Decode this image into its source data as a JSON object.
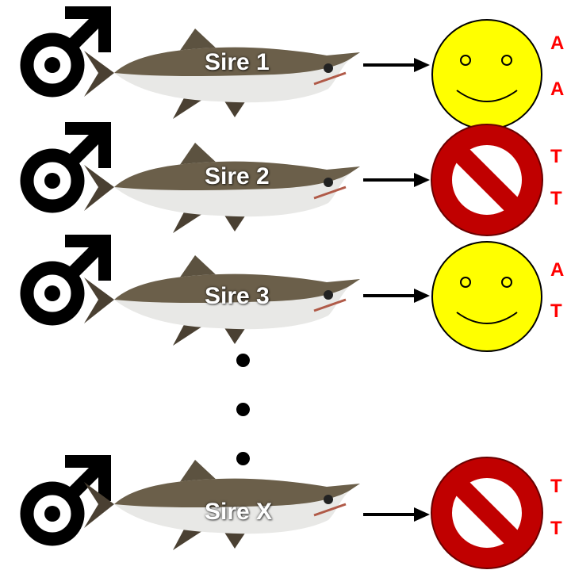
{
  "rows": [
    {
      "sire_label": "Sire 1",
      "outcome": "smiley",
      "alleles": [
        "A",
        "A"
      ]
    },
    {
      "sire_label": "Sire 2",
      "outcome": "prohibited",
      "alleles": [
        "T",
        "T"
      ]
    },
    {
      "sire_label": "Sire 3",
      "outcome": "smiley",
      "alleles": [
        "A",
        "T"
      ]
    },
    {
      "sire_label": "Sire X",
      "outcome": "prohibited",
      "alleles": [
        "T",
        "T"
      ]
    }
  ],
  "icons": {
    "male_symbol": "male-symbol-icon",
    "fish": "salmon-fish-icon",
    "arrow": "arrow-right-icon",
    "smiley": "smiley-face-icon",
    "prohibited": "prohibited-sign-icon"
  },
  "colors": {
    "allele_text": "#ff0000",
    "smiley_fill": "#ffff00",
    "prohibited_red": "#c00000",
    "sire_label_text": "#ffffff"
  }
}
